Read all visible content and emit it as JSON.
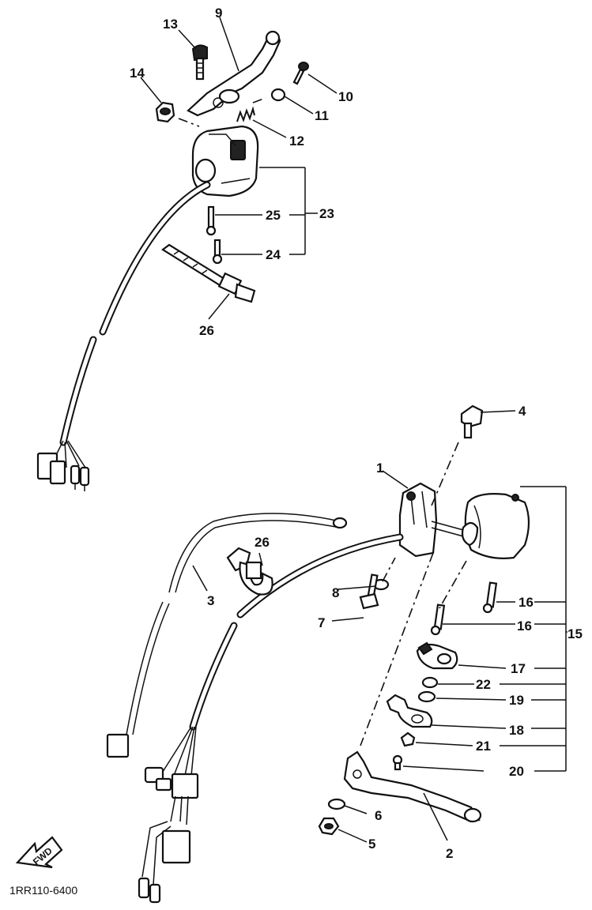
{
  "diagram": {
    "callouts": {
      "c1": "1",
      "c2": "2",
      "c3": "3",
      "c4": "4",
      "c5": "5",
      "c6": "6",
      "c7": "7",
      "c8": "8",
      "c9": "9",
      "c10": "10",
      "c11": "11",
      "c12": "12",
      "c13": "13",
      "c14": "14",
      "c15": "15",
      "c16a": "16",
      "c16b": "16",
      "c17": "17",
      "c18": "18",
      "c19": "19",
      "c20": "20",
      "c21": "21",
      "c22": "22",
      "c23": "23",
      "c24": "24",
      "c25": "25",
      "c26a": "26",
      "c26b": "26"
    },
    "fwd_label": "FWD",
    "diagram_code": "1RR110-6400"
  }
}
